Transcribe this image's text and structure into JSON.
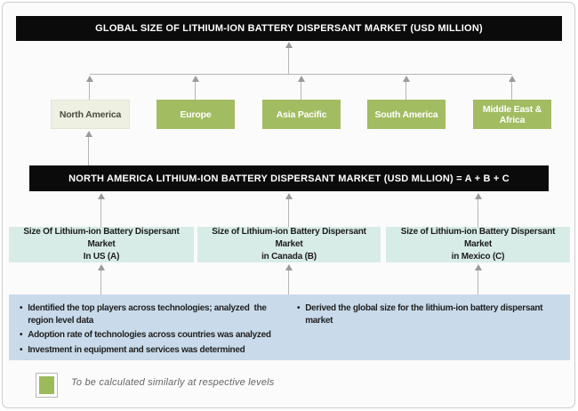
{
  "colors": {
    "bar_bg": "#0b0b0b",
    "bar_text": "#ffffff",
    "region_green": "#a2bc62",
    "highlight_bg": "#eef0e1",
    "highlight_border": "#e2e6d3",
    "highlight_text": "#4b4b40",
    "teal_bg": "#d8ece7",
    "blue_bg": "#c9dbeb",
    "legend_green": "#9cba5a",
    "arrow_gray": "#9a9a9a",
    "frame_border": "#cccccc"
  },
  "global_bar": {
    "label": "GLOBAL SIZE OF LITHIUM-ION BATTERY DISPERSANT MARKET (USD MILLION)"
  },
  "regions": [
    {
      "label": "North America",
      "highlighted": true
    },
    {
      "label": "Europe",
      "highlighted": false
    },
    {
      "label": "Asia Pacific",
      "highlighted": false
    },
    {
      "label": "South America",
      "highlighted": false
    },
    {
      "label": "Middle East & Africa",
      "highlighted": false
    }
  ],
  "na_bar": {
    "label": "NORTH AMERICA LITHIUM-ION BATTERY DISPERSANT MARKET (USD MLLION) = A + B + C"
  },
  "country_boxes": [
    {
      "line1": "Size Of Lithium-ion Battery Dispersant Market",
      "line2": "In US (A)"
    },
    {
      "line1": "Size of Lithium-ion Battery Dispersant Market",
      "line2": "in Canada (B)"
    },
    {
      "line1": "Size of Lithium-ion Battery Dispersant Market",
      "line2": "in Mexico (C)"
    }
  ],
  "methodology": {
    "left_bullets": [
      "Identified the top players across technologies; analyzed  the region level data",
      "Adoption rate of technologies across countries was analyzed",
      "Investment in equipment and services was determined"
    ],
    "right_bullets": [
      "Derived the global size for the lithium-ion battery dispersant market"
    ]
  },
  "legend": {
    "label": "To be calculated similarly at respective levels"
  }
}
